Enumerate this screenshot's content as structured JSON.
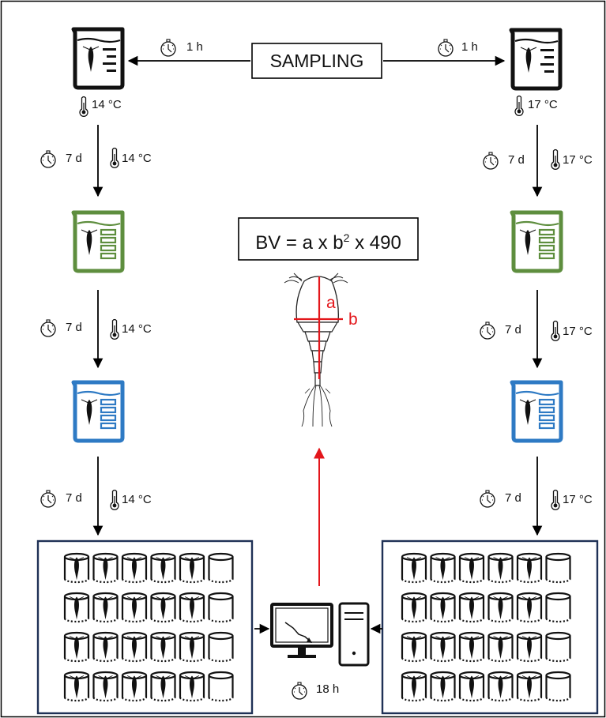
{
  "sampling_label": "SAMPLING",
  "formula": {
    "prefix": "BV = a x b",
    "exponent": "2",
    "suffix": " x 490"
  },
  "dimension_labels": {
    "a": "a",
    "b": "b"
  },
  "left": {
    "transfer": {
      "time": "1 h"
    },
    "beaker_temp": "14 °C",
    "steps": [
      {
        "time": "7 d",
        "temp": "14 °C"
      },
      {
        "time": "7 d",
        "temp": "14 °C"
      },
      {
        "time": "7 d",
        "temp": "14 °C"
      }
    ]
  },
  "right": {
    "transfer": {
      "time": "1 h"
    },
    "beaker_temp": "17 °C",
    "steps": [
      {
        "time": "7 d",
        "temp": "17 °C"
      },
      {
        "time": "7 d",
        "temp": "17 °C"
      },
      {
        "time": "7 d",
        "temp": "17 °C"
      }
    ]
  },
  "analysis": {
    "time": "18 h"
  },
  "colors": {
    "line": "#000000",
    "beaker_black": "#111111",
    "beaker_green": "#5e8e3e",
    "beaker_blue": "#2e7ac4",
    "measure_red": "#e3161b",
    "plate_border": "#1f3156"
  },
  "icons": [
    "stopwatch-icon",
    "thermometer-icon",
    "beaker-icon",
    "copepod-icon",
    "jar-icon",
    "monitor-icon",
    "computer-tower-icon"
  ]
}
